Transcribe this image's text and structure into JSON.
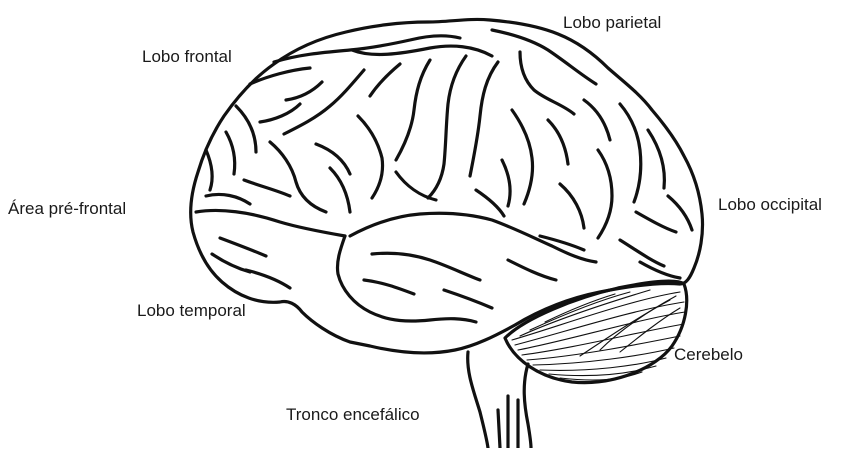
{
  "labels": {
    "lobo_parietal": "Lobo parietal",
    "lobo_frontal": "Lobo frontal",
    "area_pre_frontal": "Área pré-frontal",
    "lobo_occipital": "Lobo occipital",
    "lobo_temporal": "Lobo temporal",
    "cerebelo": "Cerebelo",
    "tronco_encefalico": "Tronco encefálico"
  },
  "colors": {
    "outline": "#111111",
    "background": "#ffffff"
  }
}
